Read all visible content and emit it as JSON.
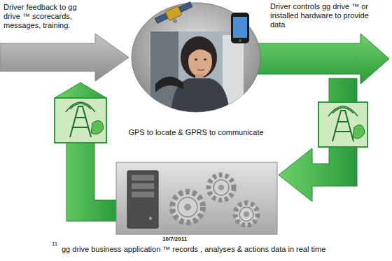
{
  "diagram": {
    "labels": [
      "Driver feedback to gg drive ™ scorecards, messages, training.",
      "Driver controls gg drive ™ or installed hardware to provide data",
      "GPS to locate & GPRS to communicate",
      "gg drive business application ™ records , analyses & actions data in real time",
      "10/7/2011",
      "11"
    ]
  }
}
